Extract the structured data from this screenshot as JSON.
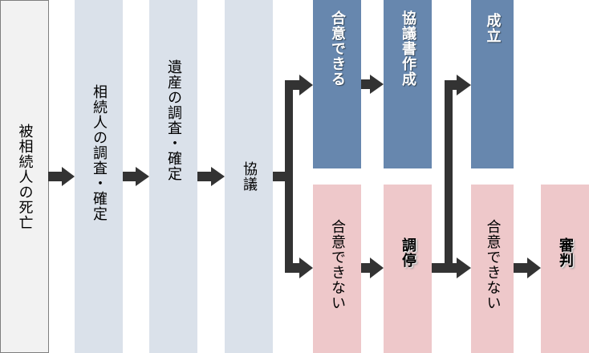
{
  "title": "相続手続きの流れ",
  "steps": {
    "death": "被相続人の死亡",
    "heir_survey": "相続人の調査・確定",
    "estate_survey": "遺産の調査・確定",
    "consultation": "協議",
    "agree": "合意できる",
    "agreement_doc": "協議書作成",
    "disagree": "合意できない",
    "mediation": "調停",
    "settled": "成立",
    "disagree2": "合意できない",
    "trial": "審判"
  },
  "colors": {
    "start": "#f2f2f2",
    "process": "#dae1ea",
    "success": "#6787ae",
    "failure": "#eec8ca",
    "arrow": "#333333"
  }
}
